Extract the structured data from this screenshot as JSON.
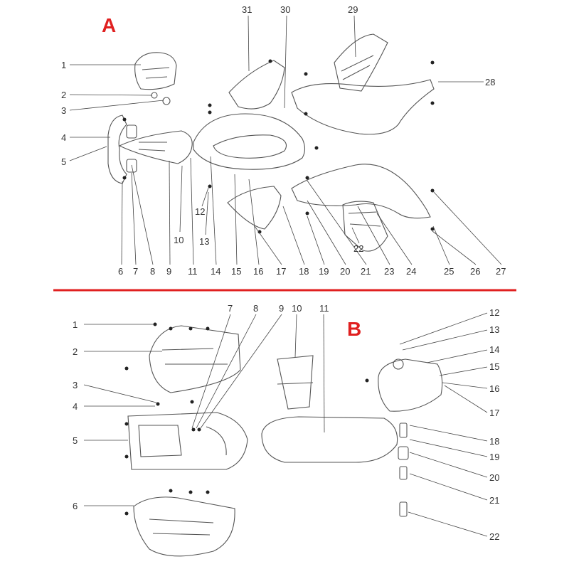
{
  "colors": {
    "section_label": "#e02020",
    "divider": "#e02020",
    "line": "#555555",
    "text": "#333333"
  },
  "section_a": {
    "label": "A",
    "callouts": [
      "1",
      "2",
      "3",
      "4",
      "5",
      "6",
      "7",
      "8",
      "9",
      "10",
      "11",
      "12",
      "13",
      "14",
      "15",
      "16",
      "17",
      "18",
      "19",
      "20",
      "21",
      "22",
      "23",
      "24",
      "25",
      "26",
      "27",
      "28",
      "29",
      "30",
      "31"
    ]
  },
  "section_b": {
    "label": "B",
    "callouts": [
      "1",
      "2",
      "3",
      "4",
      "5",
      "6",
      "7",
      "8",
      "9",
      "10",
      "11",
      "12",
      "13",
      "14",
      "15",
      "16",
      "17",
      "18",
      "19",
      "20",
      "21",
      "22"
    ]
  }
}
